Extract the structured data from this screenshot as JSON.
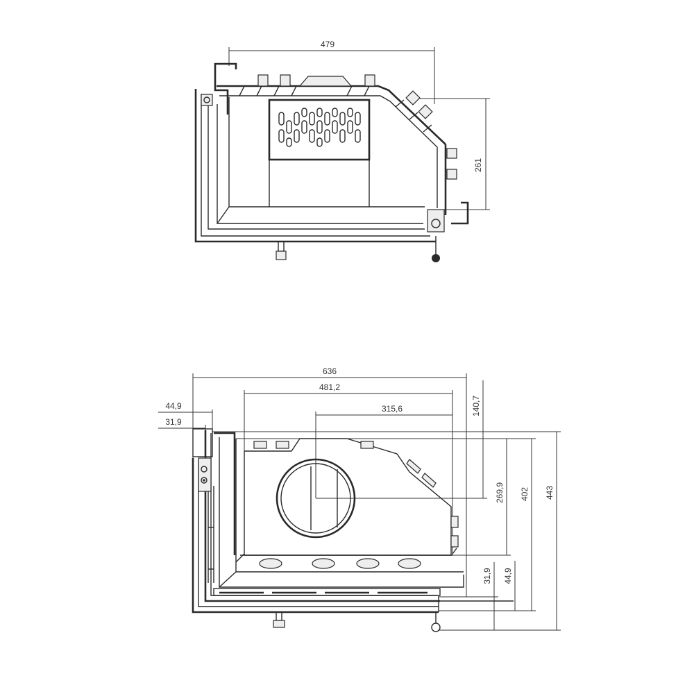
{
  "top_view": {
    "dim_width": "479",
    "dim_height": "261"
  },
  "front_view": {
    "dim_total_width": "636",
    "dim_inner_width": "481,2",
    "dim_flue_offset": "315,6",
    "dim_left_outer": "44,9",
    "dim_left_inner": "31,9",
    "dim_flue_height": "140,7",
    "dim_flue_center": "269,9",
    "dim_inner_height": "402",
    "dim_total_height": "443",
    "dim_bottom_inner": "31,9",
    "dim_bottom_outer": "44,9"
  }
}
